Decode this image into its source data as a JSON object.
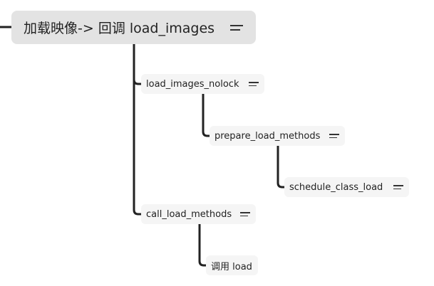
{
  "root": {
    "label": "加载映像-> 回调 load_images",
    "icon": "notes-icon"
  },
  "children": [
    {
      "label": "load_images_nolock",
      "icon": "notes-icon"
    },
    {
      "label": "prepare_load_methods",
      "icon": "notes-icon"
    },
    {
      "label": "schedule_class_load",
      "icon": "notes-icon"
    },
    {
      "label": "call_load_methods",
      "icon": "notes-icon"
    },
    {
      "label": "调用 load"
    }
  ],
  "colors": {
    "line": "#222222",
    "root_bg": "#e3e3e3",
    "node_bg": "#f5f5f5"
  }
}
